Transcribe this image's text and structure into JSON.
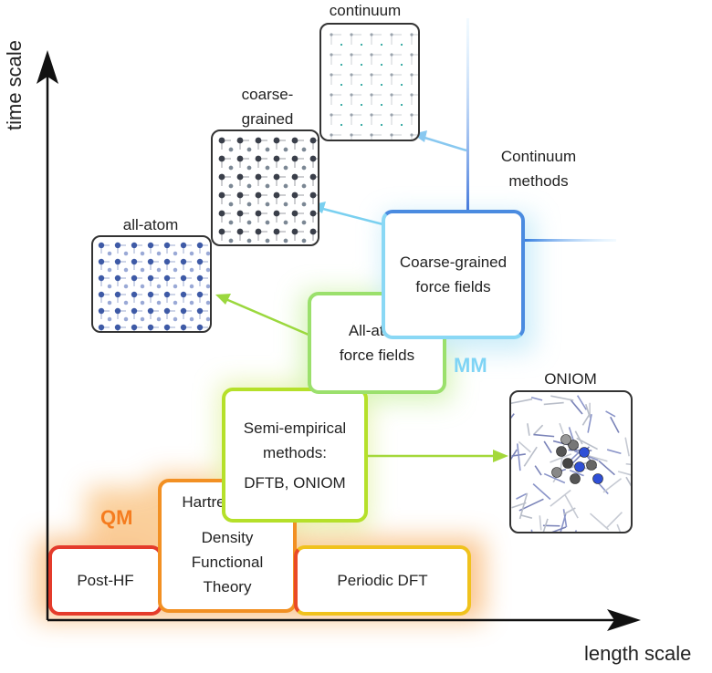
{
  "axes": {
    "x_label": "length scale",
    "y_label": "time scale"
  },
  "tags": {
    "qm": "QM",
    "mm": "MM",
    "qm_color": "#f57c1f",
    "mm_color": "#7fd4f5"
  },
  "boxes": {
    "post_hf": "Post-HF",
    "hartree_fock": "Hartree-Fock",
    "dft_line1": "Density",
    "dft_line2": "Functional",
    "dft_line3": "Theory",
    "periodic_dft": "Periodic DFT",
    "semi_line1": "Semi-empirical",
    "semi_line2": "methods:",
    "semi_line3": "DFTB, ONIOM",
    "allatom_line1": "All-atom",
    "allatom_line2": "force fields",
    "cg_line1": "Coarse-grained",
    "cg_line2": "force fields"
  },
  "labels": {
    "continuum_methods_line1": "Continuum",
    "continuum_methods_line2": "methods",
    "all_atom": "all-atom",
    "coarse_line1": "coarse-",
    "coarse_line2": "grained",
    "continuum": "continuum",
    "oniom": "ONIOM"
  }
}
